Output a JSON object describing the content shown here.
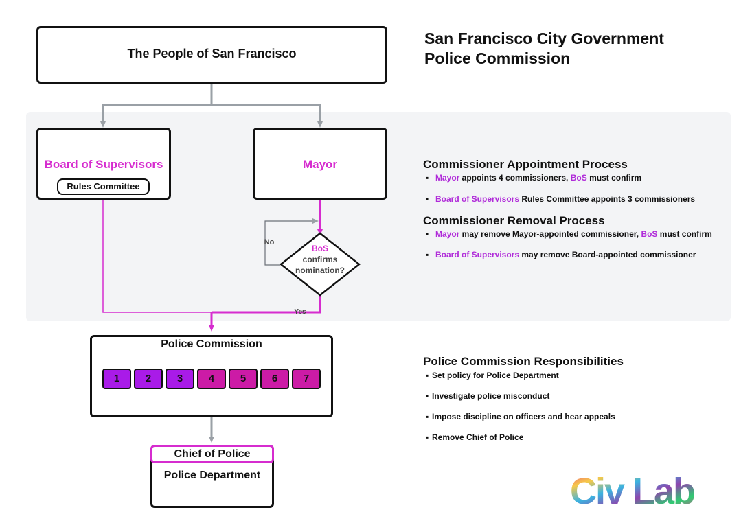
{
  "diagram": {
    "title_line1": "San Francisco City Government",
    "title_line2": "Police Commission",
    "people_box": "The People of San Francisco",
    "bos_box": "Board of Supervisors",
    "rules_committee": "Rules Committee",
    "mayor_box": "Mayor",
    "decision": {
      "line1": "BoS",
      "line2": "confirms",
      "line3": "nomination?",
      "no_label": "No",
      "yes_label": "Yes"
    },
    "commission_box": "Police Commission",
    "seats": [
      "1",
      "2",
      "3",
      "4",
      "5",
      "6",
      "7"
    ],
    "chief_box": "Chief of Police",
    "department_box": "Police Department",
    "logo_text": "Civ Lab"
  },
  "appointment": {
    "heading": "Commissioner Appointment Process",
    "b1_a": "Mayor",
    "b1_b": " appoints 4 commissioners, ",
    "b1_c": "BoS",
    "b1_d": " must confirm",
    "b2_a": "Board of Supervisors",
    "b2_b": " Rules Committee appoints 3 commissioners"
  },
  "removal": {
    "heading": "Commissioner Removal Process",
    "b1_a": "Mayor",
    "b1_b": " may remove Mayor-appointed commissioner, ",
    "b1_c": "BoS",
    "b1_d": " must confirm",
    "b2_a": "Board of Supervisors",
    "b2_b": " may remove Board-appointed commissioner"
  },
  "responsibilities": {
    "heading": "Police Commission Responsibilities",
    "items": [
      "Set policy for Police Department",
      "Investigate police misconduct",
      "Impose discipline on officers and hear appeals",
      "Remove Chief of Police"
    ]
  },
  "colors": {
    "magenta": "#d62ccf",
    "purple": "#b02bd9",
    "arrow_gray": "#9aa0a6",
    "seat_purple": "#a91be8",
    "seat_magenta": "#cc1ba6"
  }
}
